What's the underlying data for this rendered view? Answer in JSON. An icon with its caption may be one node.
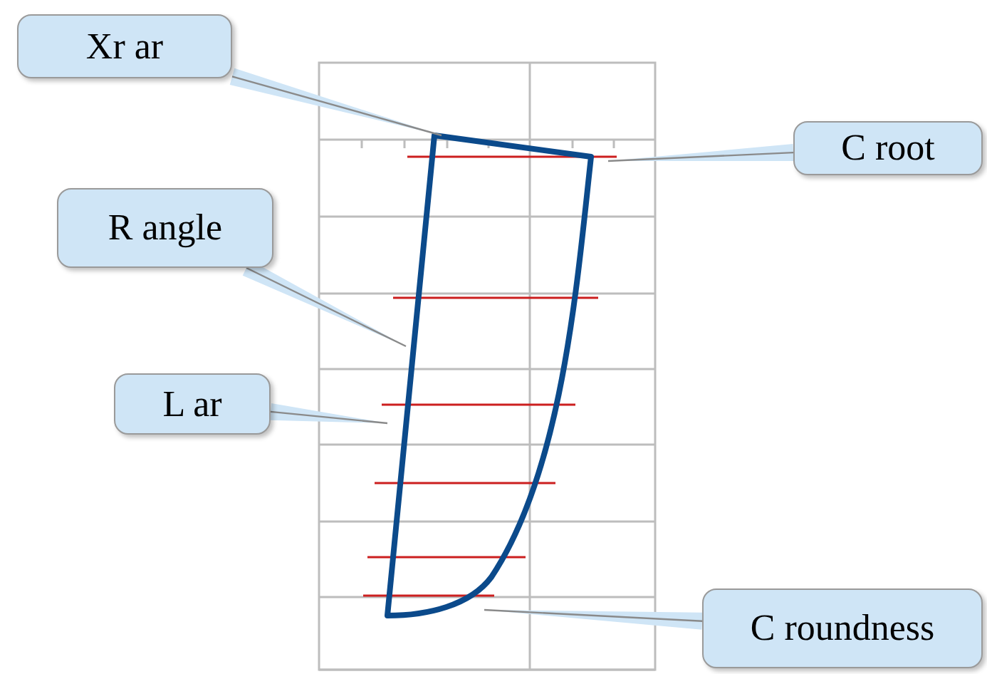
{
  "diagram": {
    "nodes": [
      {
        "text": [
          "Xr ar"
        ]
      },
      {
        "text": [
          "C root"
        ]
      },
      {
        "text": [
          "R angle"
        ]
      },
      {
        "text": [
          "L ar"
        ]
      },
      {
        "text": [
          "C roundness"
        ]
      }
    ],
    "edges": [
      {
        "from": 0,
        "to": null,
        "arrow": "none"
      },
      {
        "from": 1,
        "to": null,
        "arrow": "none"
      },
      {
        "from": 2,
        "to": null,
        "arrow": "none"
      },
      {
        "from": 3,
        "to": null,
        "arrow": "none"
      },
      {
        "from": 4,
        "to": null,
        "arrow": "none"
      }
    ]
  }
}
